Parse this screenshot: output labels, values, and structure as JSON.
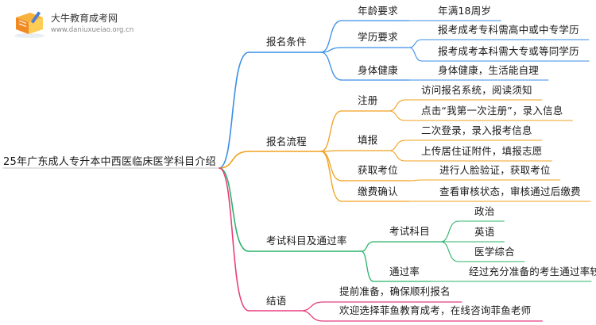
{
  "brand": {
    "name": "大牛教育成考网",
    "url": "www.daniuxueiao.org.cn",
    "logo_icon": "book-pencil-icon"
  },
  "root": "25年广东成人专升本中西医临床医学科目介绍",
  "branches": [
    {
      "label": "报名条件",
      "color": "#3a8ee6",
      "children": [
        {
          "label": "年龄要求",
          "leaves": [
            "年满18周岁"
          ]
        },
        {
          "label": "学历要求",
          "leaves": [
            "报考成考专科需高中或中专学历",
            "报考成考本科需大专或等同学历"
          ]
        },
        {
          "label": "身体健康",
          "leaves": [
            "身体健康，生活能自理"
          ]
        }
      ]
    },
    {
      "label": "报名流程",
      "color": "#f0a11e",
      "children": [
        {
          "label": "注册",
          "leaves": [
            "访问报名系统，阅读须知",
            "点击“我第一次注册”，录入信息"
          ]
        },
        {
          "label": "填报",
          "leaves": [
            "二次登录，录入报考信息",
            "上传居住证附件，填报志愿"
          ]
        },
        {
          "label": "获取考位",
          "leaves": [
            "进行人脸验证，获取考位"
          ]
        },
        {
          "label": "缴费确认",
          "leaves": [
            "查看审核状态，审核通过后缴费"
          ]
        }
      ]
    },
    {
      "label": "考试科目及通过率",
      "color": "#2cb36b",
      "children": [
        {
          "label": "考试科目",
          "leaves": [
            "政治",
            "英语",
            "医学综合"
          ]
        },
        {
          "label": "通过率",
          "leaves": [
            "经过充分准备的考生通过率较高"
          ]
        }
      ]
    },
    {
      "label": "结语",
      "color": "#e83e7d",
      "children": [
        {
          "label": "提前准备，确保顺利报名",
          "leaves": []
        },
        {
          "label": "欢迎选择菲鱼教育成考，在线咨询菲鱼老师",
          "leaves": []
        }
      ]
    }
  ]
}
